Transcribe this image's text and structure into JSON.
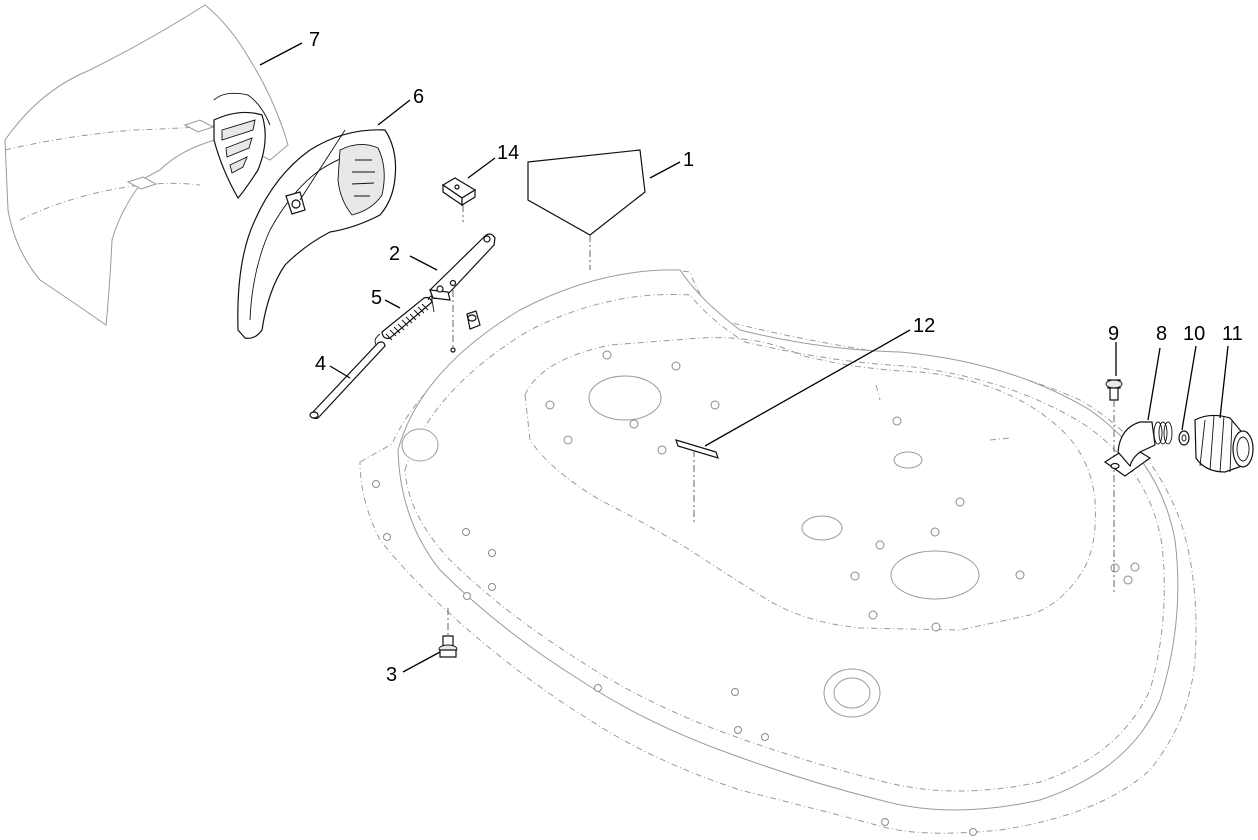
{
  "diagram": {
    "callouts": [
      {
        "id": "c1",
        "label": "1"
      },
      {
        "id": "c2",
        "label": "2"
      },
      {
        "id": "c3",
        "label": "3"
      },
      {
        "id": "c4",
        "label": "4"
      },
      {
        "id": "c5",
        "label": "5"
      },
      {
        "id": "c6",
        "label": "6"
      },
      {
        "id": "c7",
        "label": "7"
      },
      {
        "id": "c8",
        "label": "8"
      },
      {
        "id": "c9",
        "label": "9"
      },
      {
        "id": "c10",
        "label": "10"
      },
      {
        "id": "c11",
        "label": "11"
      },
      {
        "id": "c12",
        "label": "12"
      },
      {
        "id": "c14",
        "label": "14"
      }
    ]
  }
}
